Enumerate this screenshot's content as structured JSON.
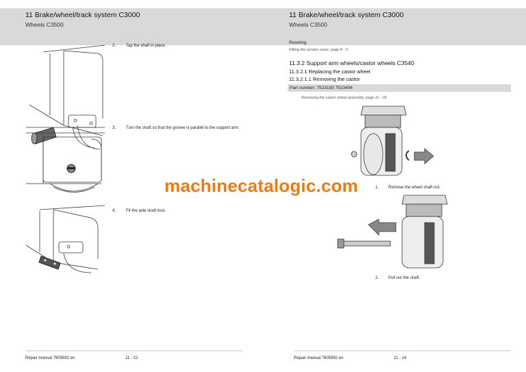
{
  "left_page": {
    "chapter": "11 Brake/wheel/track system C3000",
    "section": "Wheels C3500",
    "steps": [
      {
        "num": "2.",
        "text": "Tap the shaft in place."
      },
      {
        "num": "3.",
        "text": "Turn the shaft so that the groove is parallel to the support arm."
      },
      {
        "num": "4.",
        "text": "Fit the axle shaft lock."
      }
    ],
    "footer": {
      "manual": "Repair manual",
      "number": "7605992 en",
      "page": "11 - 22"
    }
  },
  "right_page": {
    "chapter": "11 Brake/wheel/track system C3000",
    "section": "Wheels C3500",
    "resetting_label": "Resetting",
    "resetting_link": "Fitting the service cover, page 8 - 3",
    "heading_1": "11.3.2 Support arm wheels/castor wheels C3540",
    "heading_2": "11.3.2.1 Replacing the castor wheel",
    "heading_3": "11.3.2.1.1 Removing the castor",
    "part_number": "Part number: 7523193 7523406",
    "ref_link": "Removing the castor wheel assembly, page 11 - 18",
    "steps": [
      {
        "num": "1.",
        "text": "Remove the wheel shaft nut."
      },
      {
        "num": "2.",
        "text": "Pull out the shaft."
      }
    ],
    "footer": {
      "manual": "Repair manual",
      "number": "7605992 en",
      "page": "11 - 14"
    }
  },
  "watermark": "machinecatalogic.com"
}
